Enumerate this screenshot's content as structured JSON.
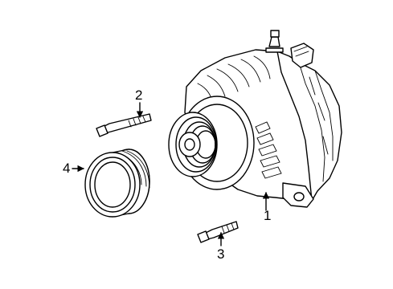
{
  "diagram": {
    "callouts": [
      {
        "id": "1",
        "label": "1"
      },
      {
        "id": "2",
        "label": "2"
      },
      {
        "id": "3",
        "label": "3"
      },
      {
        "id": "4",
        "label": "4"
      }
    ],
    "parts": [
      {
        "callout": "1",
        "part": "alternator"
      },
      {
        "callout": "2",
        "part": "bolt"
      },
      {
        "callout": "3",
        "part": "bolt"
      },
      {
        "callout": "4",
        "part": "pulley"
      }
    ]
  }
}
